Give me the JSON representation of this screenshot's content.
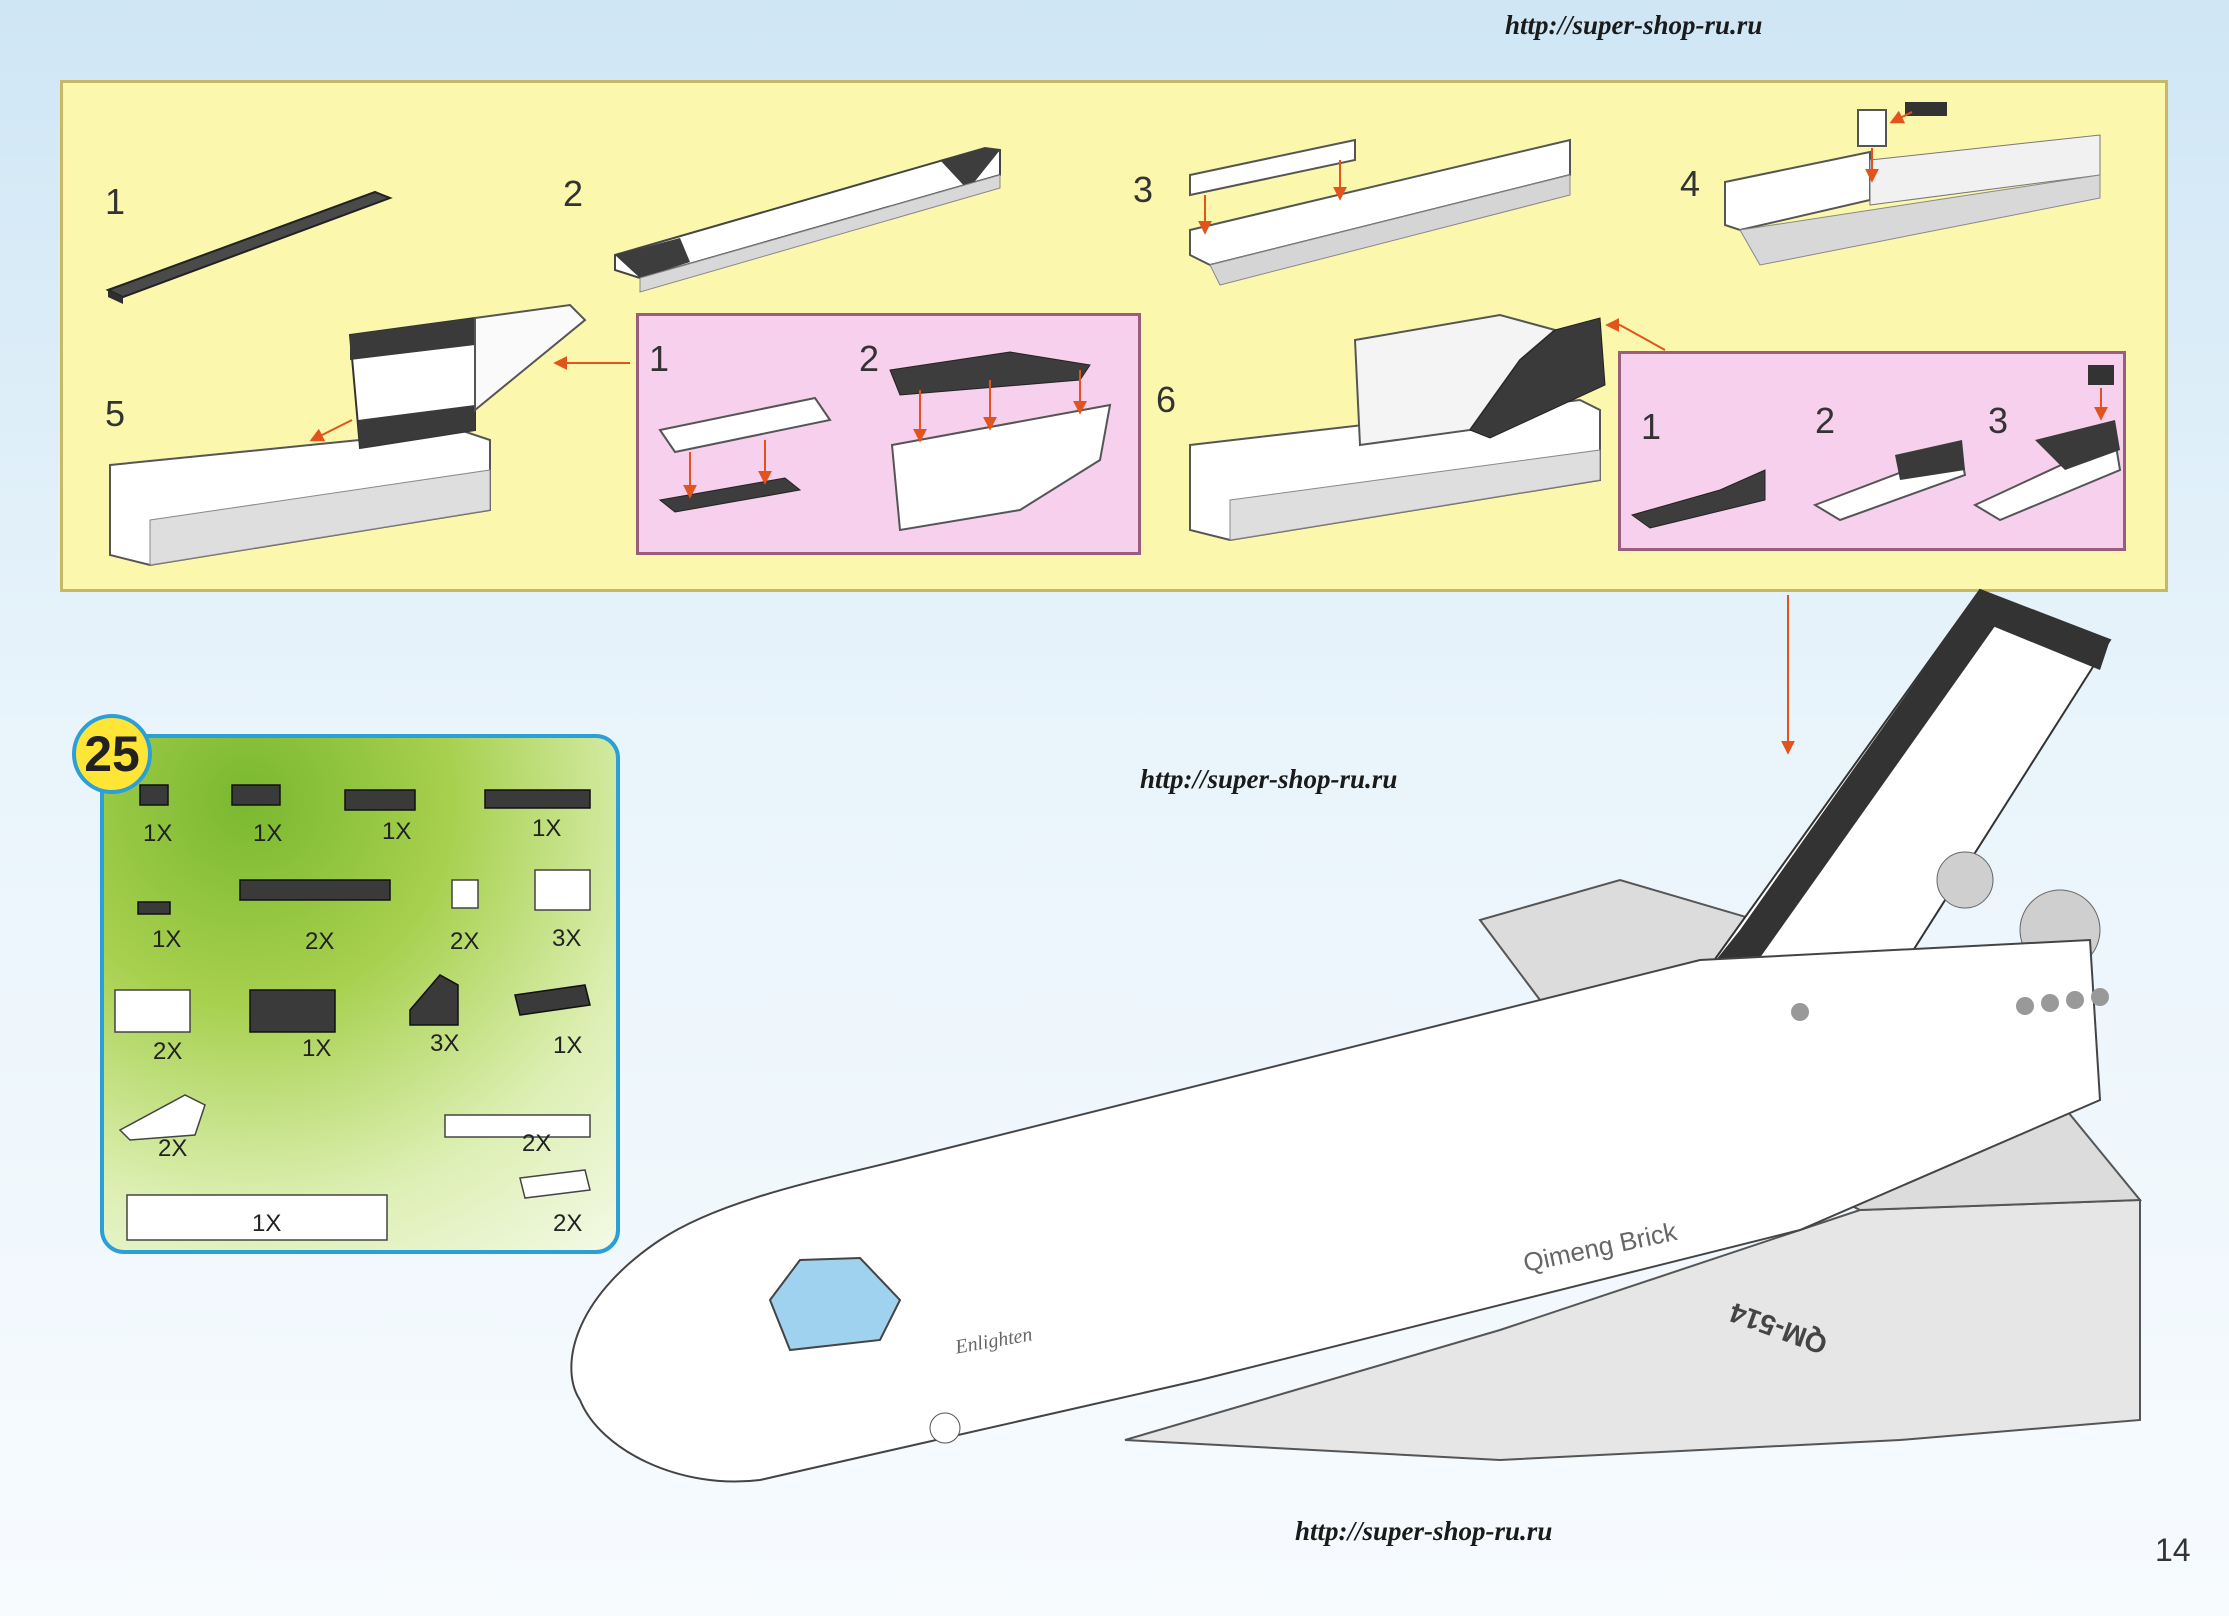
{
  "urls": {
    "top": "http://super-shop-ru.ru",
    "middle": "http://super-shop-ru.ru",
    "bottom": "http://super-shop-ru.ru"
  },
  "steps_panel": {
    "steps": [
      "1",
      "2",
      "3",
      "4",
      "5",
      "6"
    ],
    "sub_steps_a": [
      "1",
      "2"
    ],
    "sub_steps_b": [
      "1",
      "2",
      "3"
    ]
  },
  "parts_list": {
    "step_number": "25",
    "quantities": [
      "1X",
      "1X",
      "1X",
      "1X",
      "1X",
      "2X",
      "2X",
      "3X",
      "2X",
      "1X",
      "3X",
      "1X",
      "2X",
      "2X",
      "1X",
      "2X"
    ]
  },
  "shuttle": {
    "brand_label": "Qimeng Brick",
    "name_label": "Enlighten",
    "tail_code": "QM-514"
  },
  "page_number": "14",
  "colors": {
    "panel_yellow": "#fbf7ad",
    "panel_pink": "#f6d0ec",
    "arrow": "#e2541c",
    "badge": "#ffe535",
    "frame_blue": "#2b9fd8"
  }
}
